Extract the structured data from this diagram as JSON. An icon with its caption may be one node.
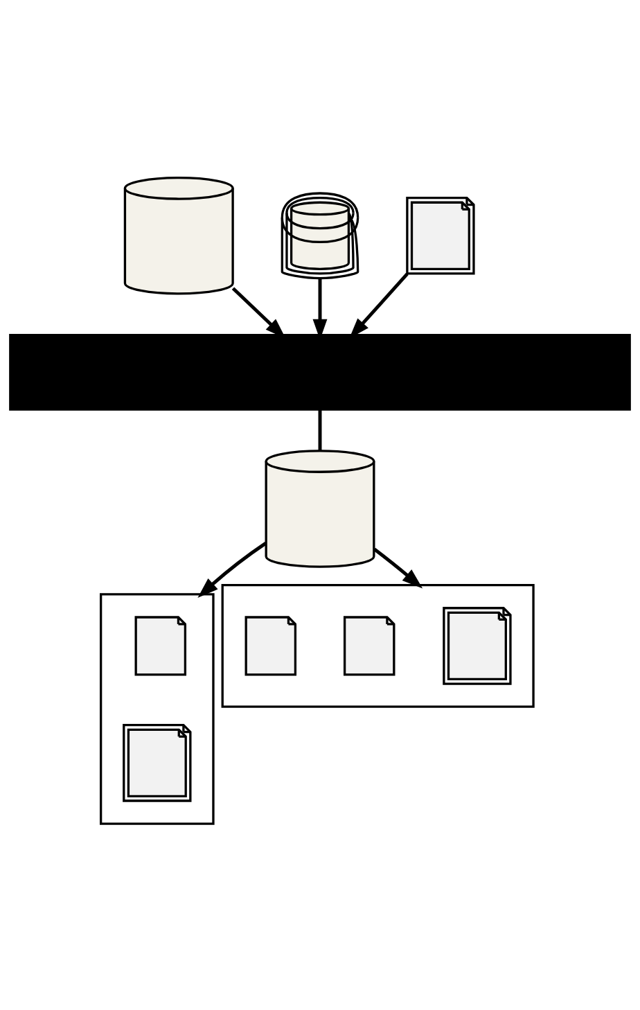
{
  "diagram": {
    "nodes": [
      {
        "text": [],
        "shape": "cylinder"
      },
      {
        "text": [],
        "shape": "cylinders"
      },
      {
        "text": [],
        "shape": "documents"
      },
      {
        "text": [],
        "shape": "bar"
      },
      {
        "text": [],
        "shape": "cylinder"
      },
      {
        "text": [],
        "shape": "box"
      },
      {
        "text": [],
        "shape": "box"
      },
      {
        "text": [],
        "shape": "document",
        "in": 5
      },
      {
        "text": [],
        "shape": "documents",
        "in": 5
      },
      {
        "text": [],
        "shape": "documents",
        "in": 6
      },
      {
        "text": [],
        "shape": "document",
        "in": 6
      },
      {
        "text": [],
        "shape": "document",
        "in": 6
      }
    ],
    "edges": [
      {
        "from": 0,
        "to": 3,
        "arrow": "to"
      },
      {
        "from": 1,
        "to": 3,
        "arrow": "to"
      },
      {
        "from": 2,
        "to": 3,
        "arrow": "to"
      },
      {
        "from": 3,
        "to": 4,
        "arrow": "none"
      },
      {
        "from": 4,
        "to": 5,
        "arrow": "to"
      },
      {
        "from": 4,
        "to": 6,
        "arrow": "to"
      }
    ]
  }
}
